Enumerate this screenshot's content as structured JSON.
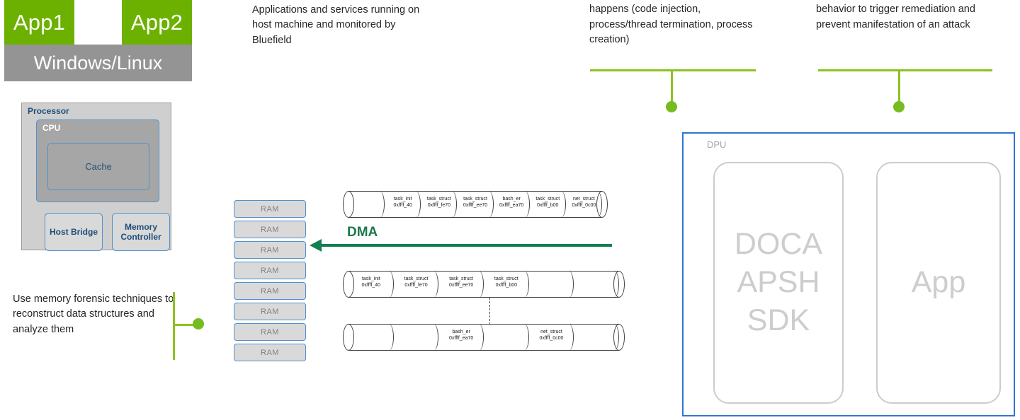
{
  "host": {
    "apps": [
      {
        "label": "App1"
      },
      {
        "label": "App2"
      }
    ],
    "os_label": "Windows/Linux",
    "processor": {
      "title": "Processor",
      "cpu_label": "CPU",
      "cache_label": "Cache",
      "host_bridge_label": "Host Bridge",
      "memory_controller_label": "Memory Controller"
    }
  },
  "memory": {
    "ram_label": "RAM",
    "ram_cells": [
      "RAM",
      "RAM",
      "RAM",
      "RAM",
      "RAM",
      "RAM",
      "RAM",
      "RAM"
    ]
  },
  "dma": {
    "label": "DMA",
    "direction": "right-to-left",
    "color": "#138050"
  },
  "chains": [
    {
      "name": "host-task-list",
      "cells": [
        {
          "name": "",
          "address": ""
        },
        {
          "name": "task_init",
          "address": "0xffff_40"
        },
        {
          "name": "task_struct",
          "address": "0xffff_fe70"
        },
        {
          "name": "task_struct",
          "address": "0xffff_ee70"
        },
        {
          "name": "bash_er",
          "address": "0xffff_ea70"
        },
        {
          "name": "task_struct",
          "address": "0xffff_b00"
        },
        {
          "name": "net_struct",
          "address": "0xffff_0c00"
        }
      ]
    },
    {
      "name": "reconstructed-task-list",
      "cells": [
        {
          "name": "task_init",
          "address": "0xffff_40"
        },
        {
          "name": "task_struct",
          "address": "0xffff_fe70"
        },
        {
          "name": "task_struct",
          "address": "0xffff_ee70"
        },
        {
          "name": "task_struct",
          "address": "0xffff_b00"
        },
        {
          "name": "",
          "address": ""
        },
        {
          "name": "",
          "address": ""
        }
      ]
    },
    {
      "name": "reconstructed-data-list",
      "cells": [
        {
          "name": "",
          "address": ""
        },
        {
          "name": "",
          "address": ""
        },
        {
          "name": "bash_er",
          "address": "0xffff_ea70"
        },
        {
          "name": "",
          "address": ""
        },
        {
          "name": "net_struct",
          "address": "0xffff_0c00"
        },
        {
          "name": "",
          "address": ""
        }
      ]
    }
  ],
  "callouts": {
    "apps": "Applications and services running on host machine and monitored by Bluefield",
    "hypervisor": "hypervisor, VMs, when a critical event happens (code injection, process/thread termination, process creation)",
    "administrator": "Administrator upon detection of bad behavior to trigger remediation and prevent manifestation of an attack",
    "forensic": "Use memory forensic techniques to reconstruct data structures and analyze them"
  },
  "dpu": {
    "label": "DPU",
    "sdk_lines": [
      "DOCA",
      "APSH",
      "SDK"
    ],
    "app_label": "App",
    "border_color": "#2E75D4"
  },
  "colors": {
    "app_green": "#6CB000",
    "os_gray": "#949494",
    "connector_green": "#76BC21",
    "dma_green": "#138050",
    "dpu_blue": "#2E75D4",
    "ram_border": "#4F91CD"
  }
}
